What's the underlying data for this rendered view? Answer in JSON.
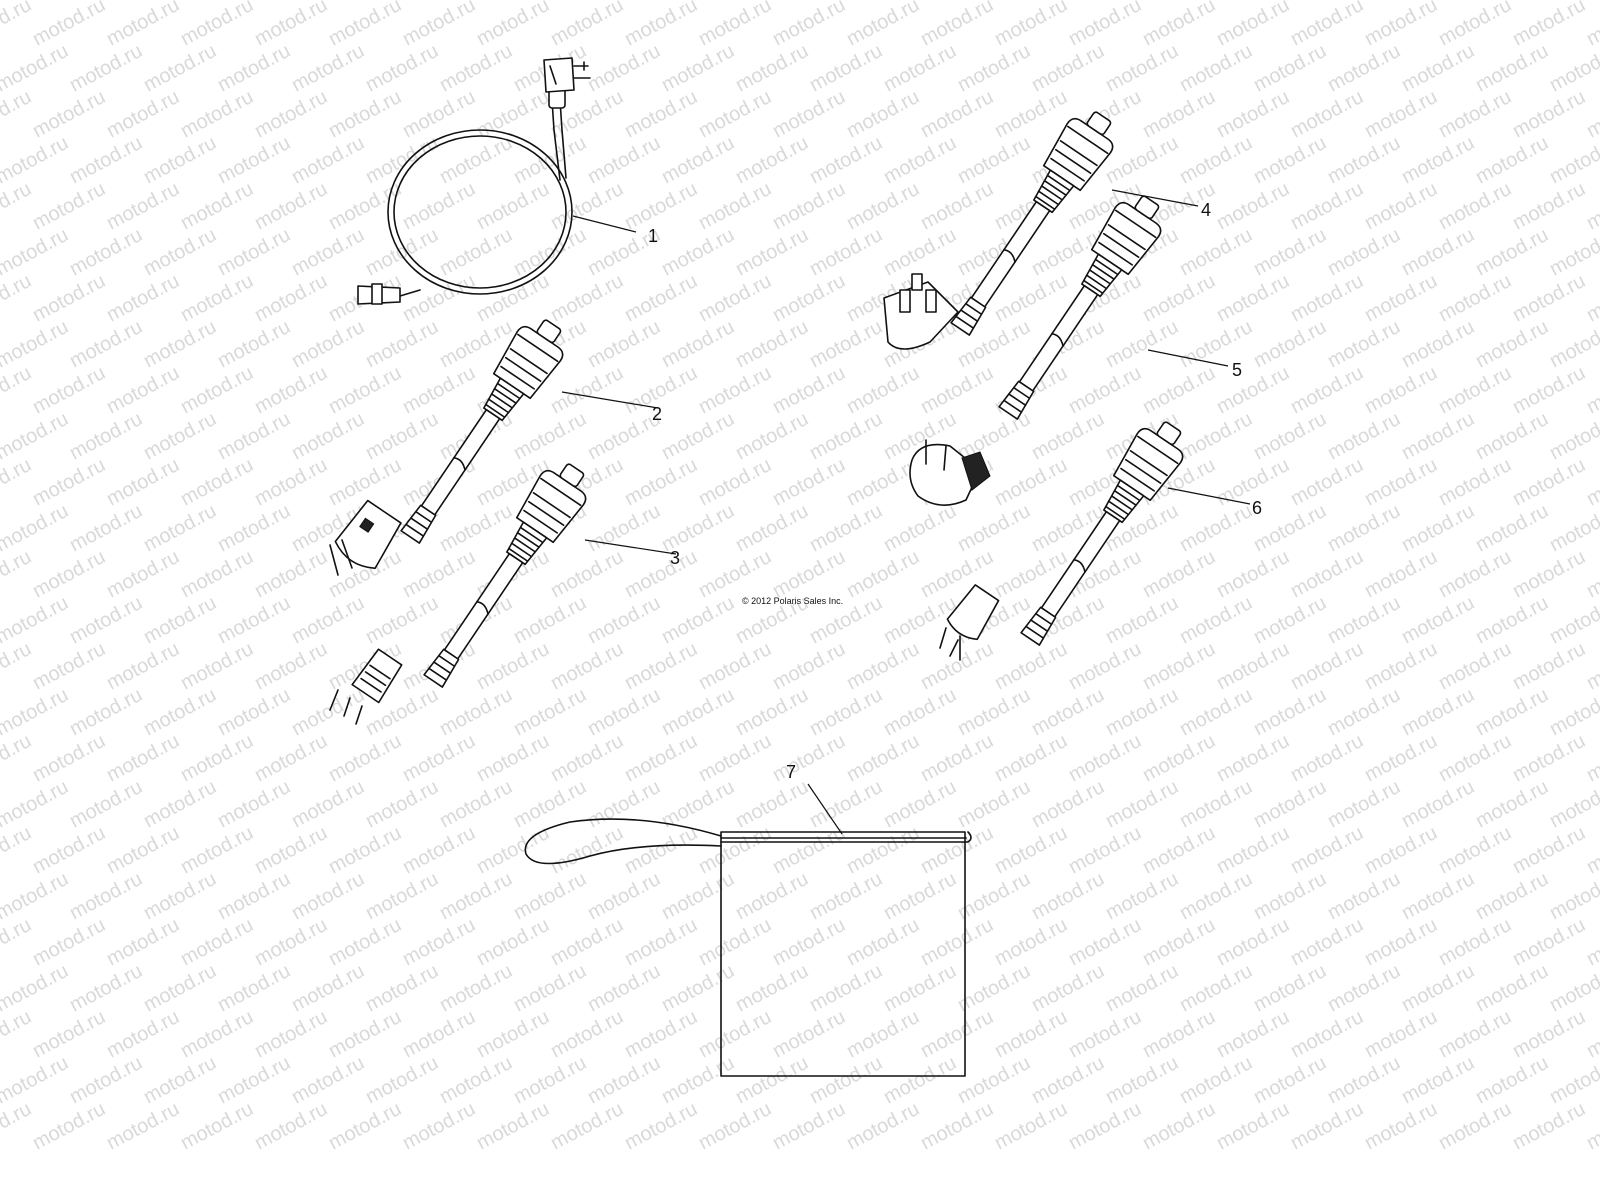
{
  "watermark": {
    "text": "motod.ru",
    "color": "#d9d9d9"
  },
  "copyright": "© 2012 Polaris Sales Inc.",
  "callouts": [
    {
      "id": 1,
      "label": "1"
    },
    {
      "id": 2,
      "label": "2"
    },
    {
      "id": 3,
      "label": "3"
    },
    {
      "id": 4,
      "label": "4"
    },
    {
      "id": 5,
      "label": "5"
    },
    {
      "id": 6,
      "label": "6"
    },
    {
      "id": 7,
      "label": "7"
    }
  ],
  "parts": [
    {
      "id": 1,
      "name": "coiled-power-cord"
    },
    {
      "id": 2,
      "name": "euro-plug-adapter"
    },
    {
      "id": 3,
      "name": "italian-plug-adapter"
    },
    {
      "id": 4,
      "name": "uk-plug-adapter"
    },
    {
      "id": 5,
      "name": "south-africa-plug-adapter"
    },
    {
      "id": 6,
      "name": "australia-plug-adapter"
    },
    {
      "id": 7,
      "name": "storage-bag"
    }
  ]
}
